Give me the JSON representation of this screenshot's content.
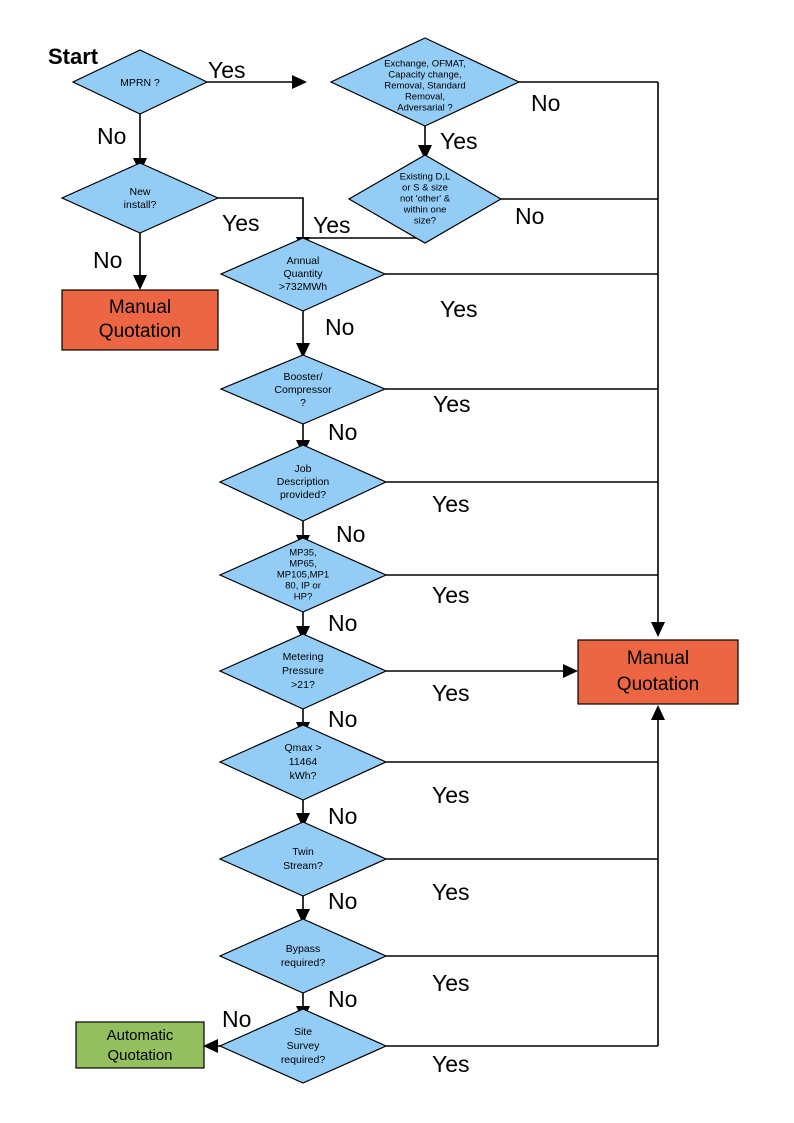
{
  "diagram": {
    "title_label": "Start",
    "colors": {
      "decision_fill": "#93ccf5",
      "manual_fill": "#ec6644",
      "automatic_fill": "#94bf5e",
      "line": "#000000",
      "background": "#ffffff"
    },
    "nodes": {
      "mprn": {
        "label": "MPRN ?"
      },
      "exchange": {
        "line1": "Exchange, OFMAT,",
        "line2": "Capacity change,",
        "line3": "Removal, Standard",
        "line4": "Removal,",
        "line5": "Adversarial ?"
      },
      "new_install": {
        "line1": "New",
        "line2": "install?"
      },
      "existing_dls": {
        "line1": "Existing D,L",
        "line2": "or S & size",
        "line3": "not 'other' &",
        "line4": "within one",
        "line5": "size?"
      },
      "annual_quantity": {
        "line1": "Annual",
        "line2": "Quantity",
        "line3": ">732MWh"
      },
      "booster": {
        "line1": "Booster/",
        "line2": "Compressor",
        "line3": "?"
      },
      "job_description": {
        "line1": "Job",
        "line2": "Description",
        "line3": "provided?"
      },
      "mp_ratings": {
        "line1": "MP35,",
        "line2": "MP65,",
        "line3": "MP105,MP1",
        "line4": "80, IP or",
        "line5": "HP?"
      },
      "metering_pressure": {
        "line1": "Metering",
        "line2": "Pressure",
        "line3": ">21?"
      },
      "qmax": {
        "line1": "Qmax >",
        "line2": "11464",
        "line3": "kWh?"
      },
      "twin_stream": {
        "line1": "Twin",
        "line2": "Stream?"
      },
      "bypass": {
        "line1": "Bypass",
        "line2": "required?"
      },
      "site_survey": {
        "line1": "Site",
        "line2": "Survey",
        "line3": "required?"
      },
      "manual_left": {
        "line1": "Manual",
        "line2": "Quotation"
      },
      "manual_right": {
        "line1": "Manual",
        "line2": "Quotation"
      },
      "automatic": {
        "line1": "Automatic",
        "line2": "Quotation"
      }
    },
    "edge_labels": {
      "mprn_yes": "Yes",
      "mprn_no": "No",
      "exchange_no": "No",
      "exchange_yes": "Yes",
      "new_install_yes": "Yes",
      "new_install_no": "No",
      "existing_yes": "Yes",
      "existing_no": "No",
      "annual_yes": "Yes",
      "annual_no": "No",
      "booster_yes": "Yes",
      "booster_no": "No",
      "job_yes": "Yes",
      "job_no": "No",
      "mp_yes": "Yes",
      "mp_no": "No",
      "metering_yes": "Yes",
      "metering_no": "No",
      "qmax_yes": "Yes",
      "qmax_no": "No",
      "twin_yes": "Yes",
      "twin_no": "No",
      "bypass_yes": "Yes",
      "bypass_no": "No",
      "survey_yes": "Yes",
      "survey_no": "No"
    }
  }
}
